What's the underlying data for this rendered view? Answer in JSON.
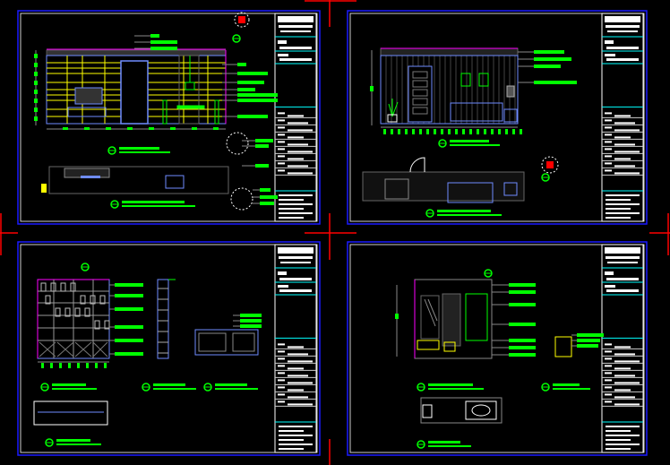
{
  "viewport": {
    "background": "#000000",
    "sheet_border_color": "#1a1aff",
    "inner_border_color": "#ffffff",
    "crosshair_color": "#ff0000",
    "annotation_color": "#00ff00",
    "grid_color": "#ffff00",
    "outline_color": "#6f8cff",
    "dimension_color": "#ff00ff",
    "title_divider_color": "#00ffff"
  },
  "sheets": [
    {
      "name": "sheet-top-left",
      "content": "elevation-wall-with-door-and-dining"
    },
    {
      "name": "sheet-top-right",
      "content": "elevation-living-room-sofa"
    },
    {
      "name": "sheet-bottom-left",
      "content": "elevation-bookcase-cabinet"
    },
    {
      "name": "sheet-bottom-right",
      "content": "elevation-bathroom"
    }
  ]
}
